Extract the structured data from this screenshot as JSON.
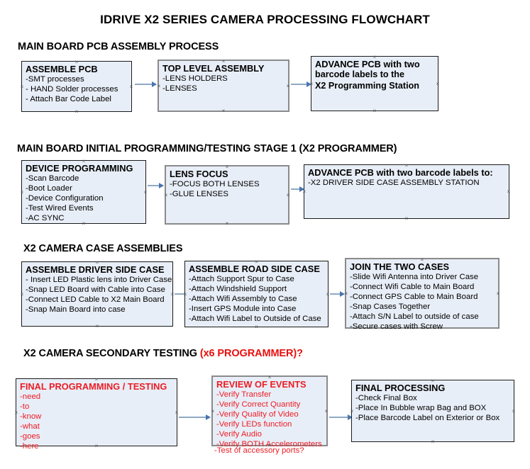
{
  "document": {
    "title": "IDRIVE X2  SERIES CAMERA PROCESSING FLOWCHART"
  },
  "sections": [
    {
      "id": "main-board-pcb-assembly",
      "header": "MAIN BOARD PCB ASSEMBLY PROCESS",
      "header_accent": "",
      "nodes": [
        {
          "id": "assemble-pcb",
          "title": "ASSEMBLE PCB",
          "lines": [
            "-SMT processes",
            "- HAND Solder processes",
            "- Attach Bar Code Label"
          ],
          "bold_lines": false,
          "color": "black",
          "border": "border-black"
        },
        {
          "id": "top-level-assembly",
          "title": "TOP LEVEL ASSEMBLY",
          "lines": [
            "-LENS HOLDERS",
            "-LENSES"
          ],
          "bold_lines": false,
          "color": "black",
          "border": "border-gray"
        },
        {
          "id": "advance-pcb-to-x2-programming-station",
          "title": "ADVANCE PCB with two",
          "lines": [
            "barcode labels to the",
            " X2 Programming Station"
          ],
          "bold_lines": true,
          "color": "black",
          "border": "border-black"
        }
      ]
    },
    {
      "id": "main-board-initial-programming",
      "header": "MAIN BOARD INITIAL PROGRAMMING/TESTING STAGE 1 (X2 PROGRAMMER)",
      "header_accent": "",
      "nodes": [
        {
          "id": "device-programming",
          "title": "DEVICE PROGRAMMING",
          "lines": [
            "-Scan Barcode",
            "-Boot Loader",
            "-Device Configuration",
            "-Test Wired Events",
            "-AC SYNC"
          ],
          "bold_lines": false,
          "color": "black",
          "border": "border-black"
        },
        {
          "id": "lens-focus",
          "title": "LENS FOCUS",
          "lines": [
            "-FOCUS BOTH LENSES",
            "-GLUE LENSES"
          ],
          "bold_lines": false,
          "color": "black",
          "border": "border-gray"
        },
        {
          "id": "advance-pcb-to-driver-side-case-station",
          "title": "ADVANCE PCB with two barcode labels to:",
          "lines": [
            "-X2 DRIVER  SIDE  CASE  ASSEMBLY STATION"
          ],
          "bold_lines": false,
          "color": "black",
          "border": "border-black"
        }
      ]
    },
    {
      "id": "x2-camera-case-assemblies",
      "header": "X2 CAMERA CASE ASSEMBLIES",
      "header_accent": "",
      "nodes": [
        {
          "id": "assemble-driver-side-case",
          "title": "ASSEMBLE DRIVER SIDE CASE",
          "lines": [
            "- Insert LED Plastic lens into Driver Case",
            "-Snap LED Board with Cable into Case",
            "-Connect LED Cable to X2 Main Board",
            "-Snap Main Board into case"
          ],
          "bold_lines": false,
          "color": "black",
          "border": "border-black"
        },
        {
          "id": "assemble-road-side-case",
          "title": "ASSEMBLE ROAD SIDE CASE",
          "lines": [
            "-Attach Support Spur to Case",
            "-Attach Windshield Support",
            "-Attach Wifi Assembly to Case",
            "-Insert GPS Module into Case",
            "-Attach Wifi Label to Outside of Case"
          ],
          "bold_lines": false,
          "color": "black",
          "border": "border-black"
        },
        {
          "id": "join-the-two-cases",
          "title": "JOIN THE TWO CASES",
          "lines": [
            "-Slide Wifi Antenna into Driver Case",
            "-Connect Wifi Cable to Main Board",
            "-Connect GPS Cable to Main Board",
            "-Snap Cases Together",
            "-Attach S/N Label to outside of case",
            "-Secure cases with Screw"
          ],
          "bold_lines": false,
          "color": "black",
          "border": "border-gray"
        }
      ]
    },
    {
      "id": "x2-camera-secondary-testing",
      "header": "X2 CAMERA SECONDARY TESTING ",
      "header_accent": "(x6 PROGRAMMER)?",
      "nodes": [
        {
          "id": "final-programming-testing",
          "title": "FINAL PROGRAMMING / TESTING",
          "lines": [
            "-need",
            "-to",
            "-know",
            "-what",
            "-goes",
            "-here"
          ],
          "bold_lines": false,
          "color": "red",
          "border": "border-black"
        },
        {
          "id": "review-of-events",
          "title": "REVIEW OF EVENTS",
          "lines": [
            "-Verify Transfer",
            "-Verify Correct Quantity",
            "-Verify Quality of Video",
            "-Verify LEDs function",
            "-Verify Audio",
            "-Verify BOTH Accelerometers"
          ],
          "overflow_line": "-Test of accessory ports?",
          "bold_lines": false,
          "color": "red",
          "border": "border-gray"
        },
        {
          "id": "final-processing",
          "title": "FINAL PROCESSING",
          "lines": [
            " -Check Final Box",
            "-Place In Bubble wrap Bag and BOX",
            "-Place Barcode Label on Exterior or Box"
          ],
          "bold_lines": false,
          "color": "black",
          "border": "border-black"
        }
      ]
    }
  ],
  "colors": {
    "node_fill": "#e8eef7",
    "node_border_black": "#1a1a1a",
    "node_border_gray": "#8a8a8a",
    "arrow": "#8fa9c4",
    "arrow_head": "#4876b0",
    "accent_red": "#ed1c24",
    "text": "#000000",
    "background": "#ffffff"
  }
}
